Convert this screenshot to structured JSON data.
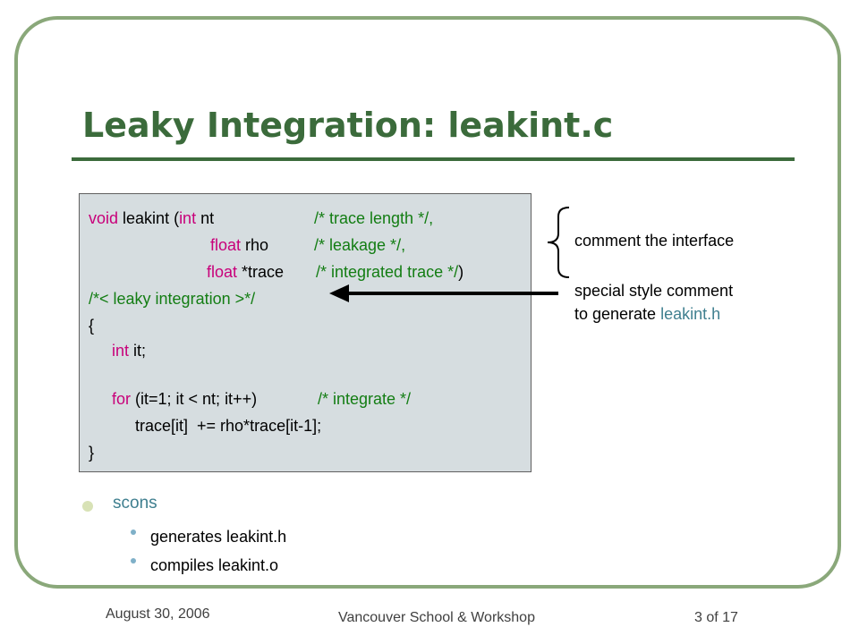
{
  "title": "Leaky Integration: leakint.c",
  "code": {
    "l1_kw1": "void",
    "l1_a": " leakint (",
    "l1_kw2": "int",
    "l1_b": " nt",
    "l1_cm": "/* trace length */,",
    "l2_kw": "float",
    "l2_a": " rho",
    "l2_cm": "/* leakage */,",
    "l3_kw": "float",
    "l3_a": " *trace",
    "l3_cm": "/* integrated trace */",
    "l3_b": ")",
    "l4": "/*< leaky integration >*/",
    "l5": "{",
    "l6_kw": "int",
    "l6_a": " it;",
    "l7_kw": "for",
    "l7_a": " (it=1; it < nt; it++)",
    "l7_cm": "/* integrate */",
    "l8": "trace[it]  += rho*trace[it-1];",
    "l9": "}"
  },
  "notes": {
    "interface": "comment the interface",
    "special_1": "special style comment",
    "special_2_prefix": "to generate ",
    "special_2_file": "leakint.h"
  },
  "bullets": {
    "main": "scons",
    "sub": [
      "generates leakint.h",
      "compiles leakint.o"
    ]
  },
  "footer": {
    "date": "August 30, 2006",
    "center": "Vancouver School & Workshop",
    "page": "3 of 17"
  },
  "colors": {
    "frame": "#8aa87a",
    "title": "#3b6b3b",
    "keyword": "#c8007a",
    "comment": "#137d13",
    "highlight": "#3f7f8f",
    "code_bg": "#d6dde0"
  },
  "icons": {
    "brace": "left-curly-brace",
    "arrow": "left-arrow"
  }
}
